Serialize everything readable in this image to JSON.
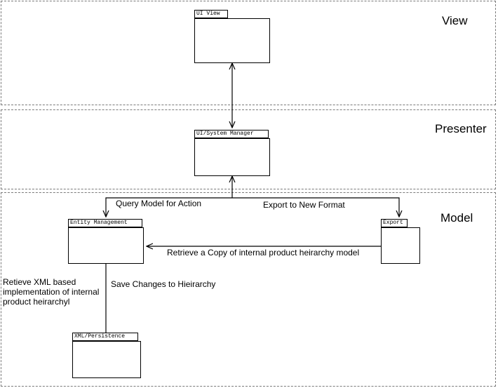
{
  "layers": {
    "view": "View",
    "presenter": "Presenter",
    "model": "Model"
  },
  "packages": {
    "ui_view": "UI View",
    "ui_system_manager": "UI/System Manager",
    "entity_management": "Entity Management",
    "export": "Export",
    "xml_persistence": "XML/Persistence"
  },
  "edges": {
    "query_model": "Query Model for Action",
    "export_format": "Export to New Format",
    "retrieve_copy": "Retrieve a Copy of internal product heirarchy model",
    "save_changes": "Save Changes to Hieirarchy",
    "retrieve_xml": "Retieve XML based implementation of internal product heirarchyl"
  }
}
